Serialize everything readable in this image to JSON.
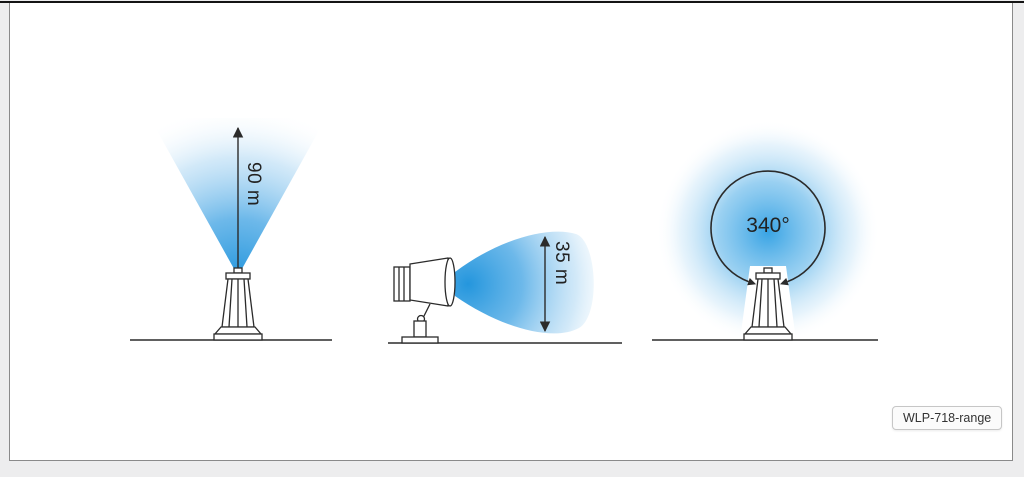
{
  "diagram": {
    "figures": {
      "vertical_range": {
        "label": "90 m"
      },
      "beam_width": {
        "label": "35 m"
      },
      "rotation": {
        "label": "340°"
      }
    }
  },
  "tooltip": {
    "text": "WLP-718-range"
  },
  "colors": {
    "beam_blue": "#2E9FE3",
    "outline": "#2B2B2B",
    "canvas_background": "#FFFFFF",
    "page_background": "#EDEDEE"
  }
}
